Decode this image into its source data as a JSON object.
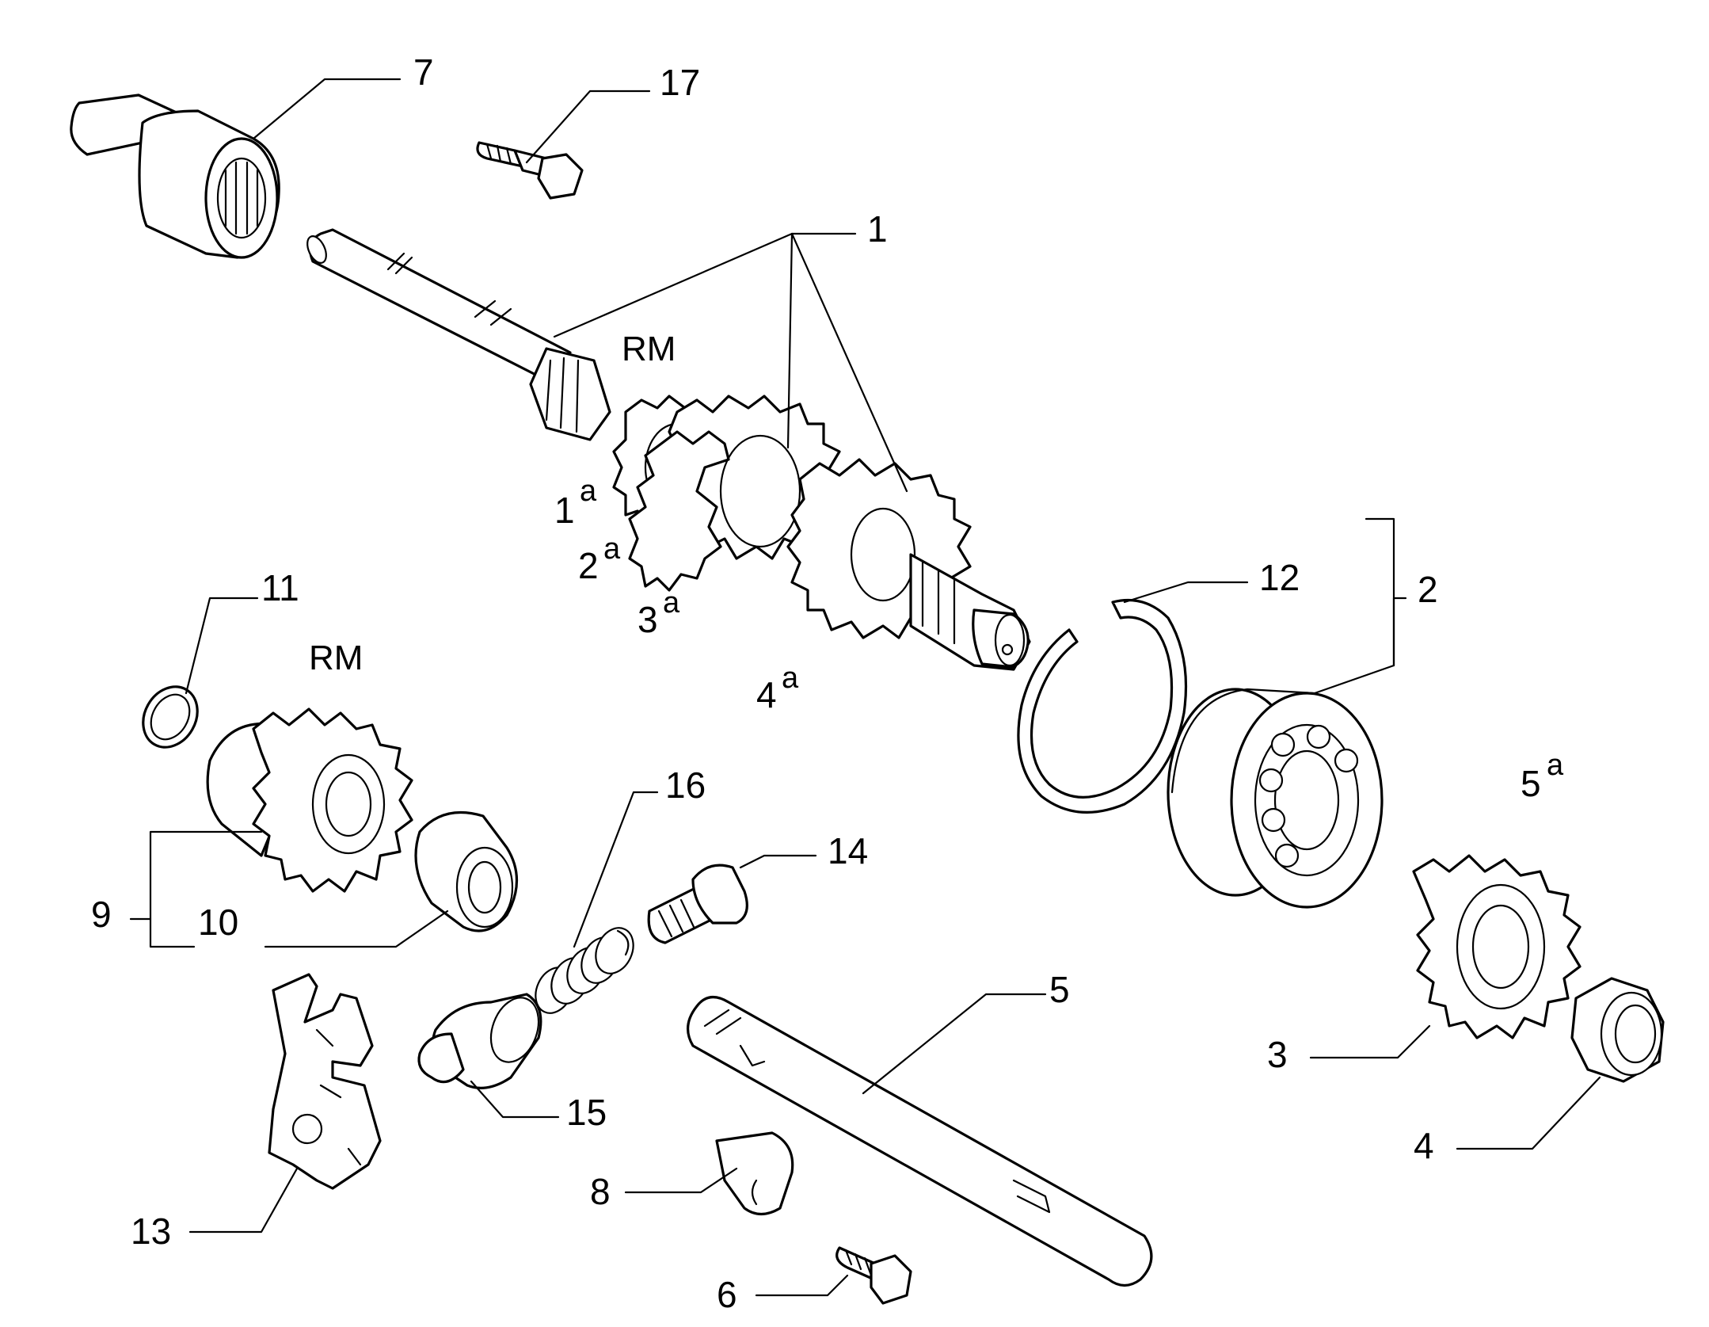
{
  "callouts": {
    "c1": "1",
    "c2": "2",
    "c3": "3",
    "c4": "4",
    "c5": "5",
    "c6": "6",
    "c7": "7",
    "c8": "8",
    "c9": "9",
    "c10": "10",
    "c11": "11",
    "c12": "12",
    "c13": "13",
    "c14": "14",
    "c15": "15",
    "c16": "16",
    "c17": "17"
  },
  "annotations": {
    "rm_shaft": "RM",
    "rm_gear": "RM"
  },
  "gear_marks": [
    {
      "num": "1",
      "sup": "a"
    },
    {
      "num": "2",
      "sup": "a"
    },
    {
      "num": "3",
      "sup": "a"
    },
    {
      "num": "4",
      "sup": "a"
    },
    {
      "num": "5",
      "sup": "a"
    }
  ]
}
